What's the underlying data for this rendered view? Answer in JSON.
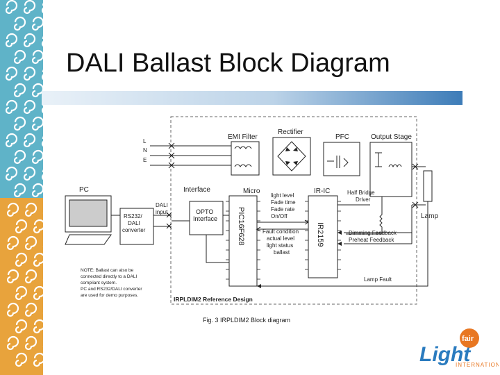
{
  "slide": {
    "title": "DALI Ballast Block Diagram"
  },
  "diagram": {
    "mains": [
      "L",
      "N",
      "E"
    ],
    "blocks": {
      "emi_filter": "EMI Filter",
      "rectifier": "Rectifier",
      "pfc": "PFC",
      "output_stage": "Output Stage",
      "pc": "PC",
      "rs232_dali": [
        "RS232/",
        "DALI",
        "converter"
      ],
      "dali_input": [
        "DALI",
        "input"
      ],
      "interface": "Interface",
      "opto_interface": [
        "OPTO",
        "Interface"
      ],
      "micro": "Micro",
      "micro_chip": "PIC16F628",
      "ir_ic": "IR-IC",
      "ir_chip": "IR2159",
      "half_bridge_driver": [
        "Half Bridge",
        "Driver"
      ],
      "lamp": "Lamp"
    },
    "signals": {
      "micro_to_ic": [
        "light level",
        "Fade time",
        "Fade rate",
        "On/Off"
      ],
      "ic_to_micro": [
        "Fault condition",
        "actual level",
        "light status",
        "ballast"
      ],
      "dimming_feedback": "Dimming Feedback",
      "preheat_feedback": "Preheat Feedback",
      "lamp_fault": "Lamp Fault"
    },
    "note": [
      "NOTE: Ballast can also be",
      "connected directly to a DALI",
      "compliant system.",
      "PC and RS232/DALI converter",
      "are used for demo purposes."
    ],
    "reference": "IRPLDIM2 Reference Design",
    "caption": "Fig. 3  IRPLDIM2 Block diagram"
  },
  "logo": {
    "word": "Light",
    "badge": "fair",
    "sub": "INTERNATIONAL"
  },
  "colors": {
    "title_bar": "#3d7cb8",
    "deco_teal": "#5fb3c8",
    "deco_orange": "#e8a33c",
    "logo_blue": "#2a7bbf",
    "logo_orange": "#e87722"
  }
}
